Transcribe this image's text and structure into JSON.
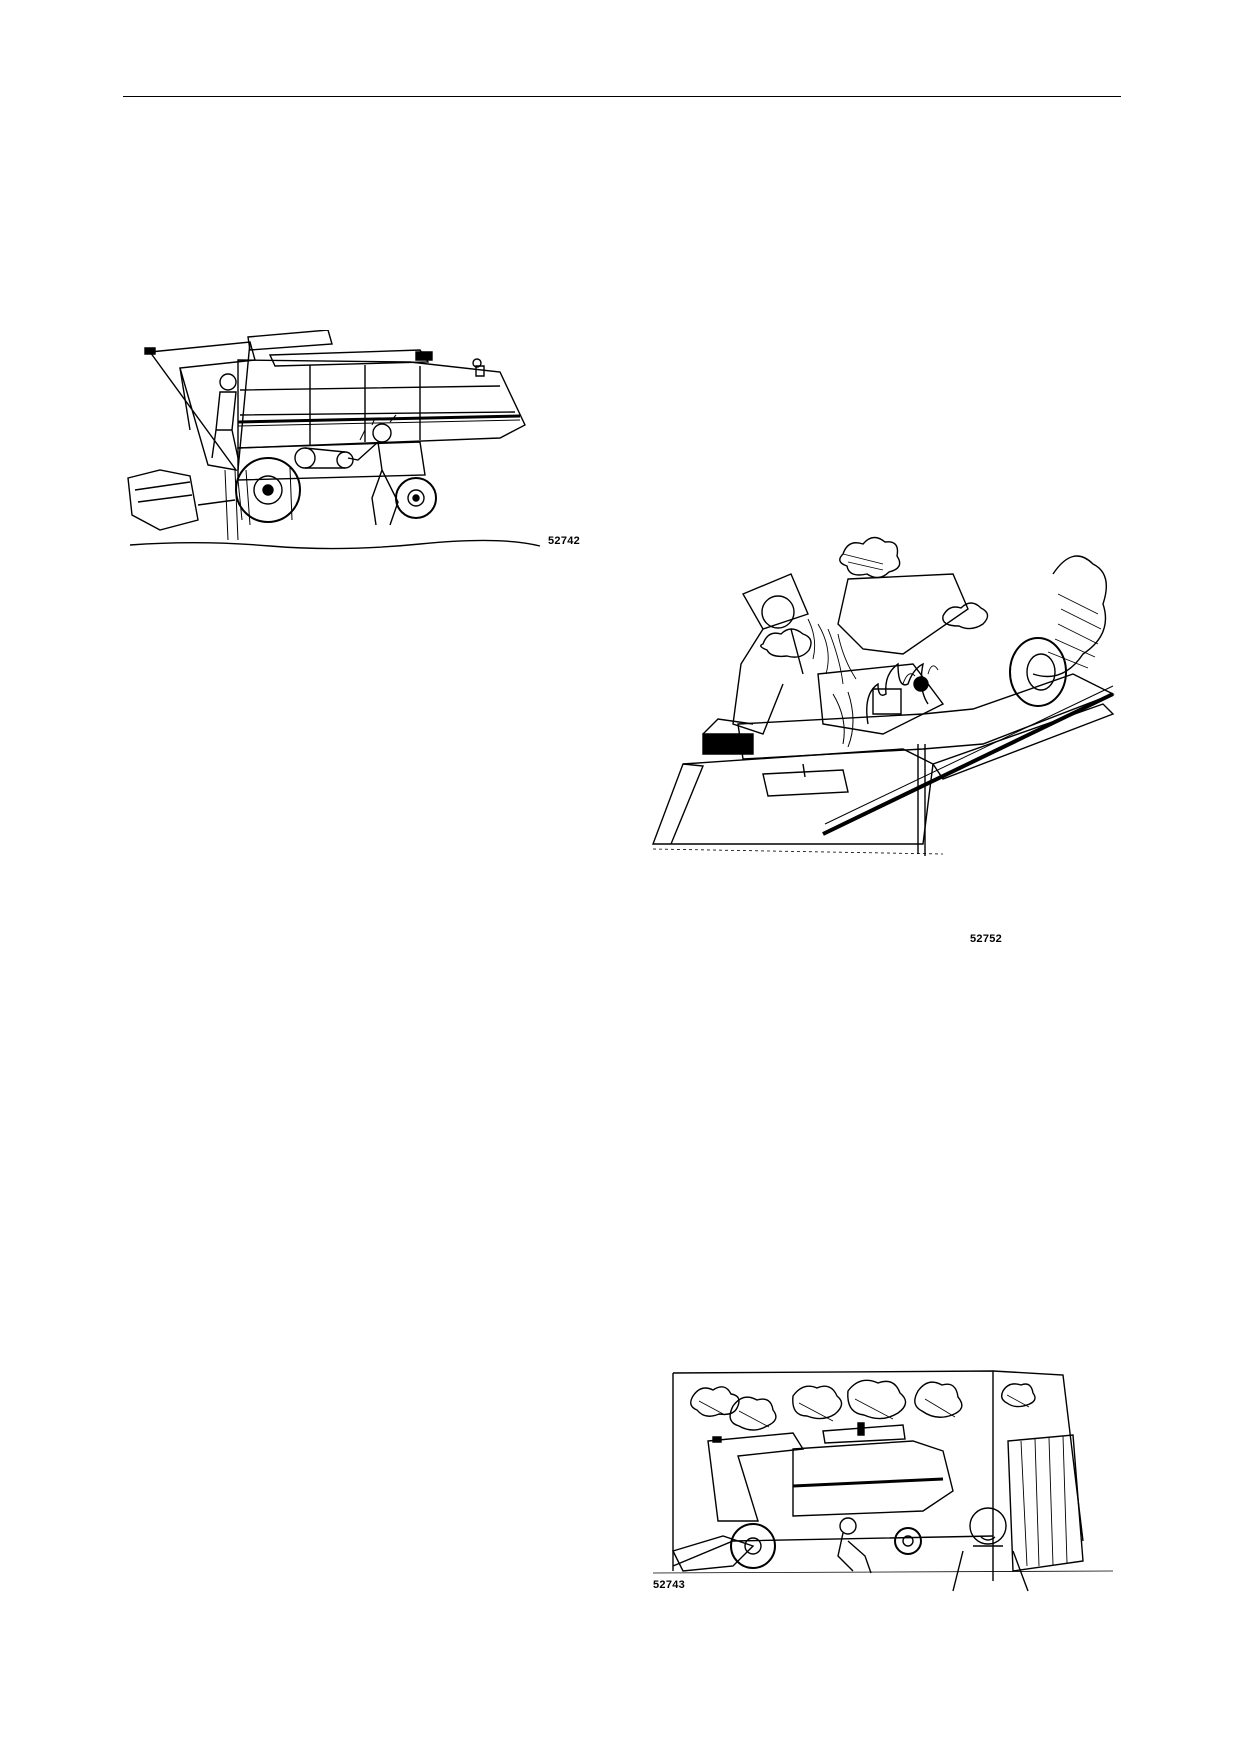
{
  "figures": [
    {
      "id": "fig1",
      "number": "52742",
      "illustration": "combine-harvester-entanglement-hazard"
    },
    {
      "id": "fig2",
      "number": "52752",
      "illustration": "combine-engine-fire-extinguishing"
    },
    {
      "id": "fig3",
      "number": "52743",
      "illustration": "combine-exhaust-fumes-in-shed"
    }
  ]
}
